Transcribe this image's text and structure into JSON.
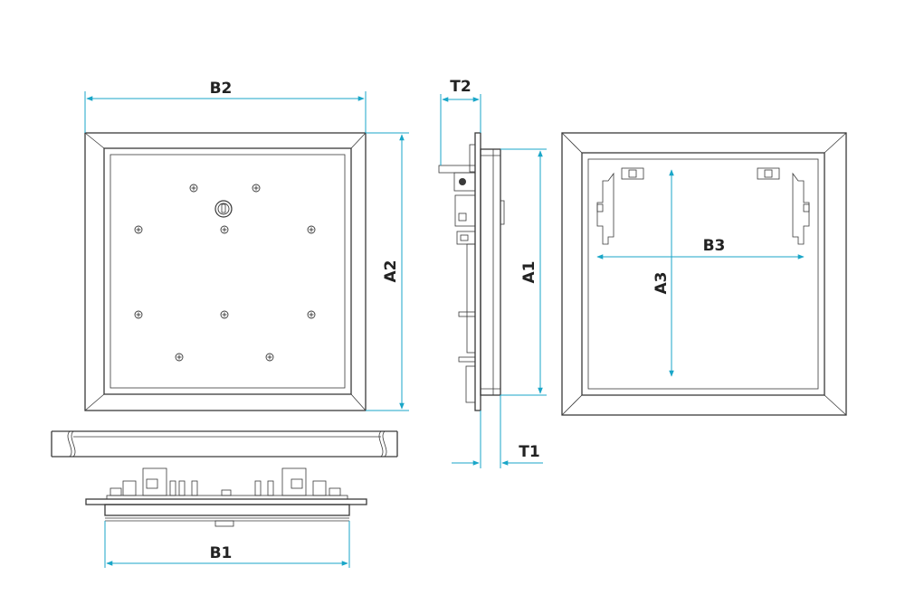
{
  "dimensions": {
    "B2": "B2",
    "A2": "A2",
    "T2": "T2",
    "A1": "A1",
    "B3": "B3",
    "A3": "A3",
    "T1": "T1",
    "B1": "B1"
  },
  "colors": {
    "dimension_line": "#1aa6c8",
    "outline": "#3a3a3a",
    "background": "#ffffff"
  }
}
